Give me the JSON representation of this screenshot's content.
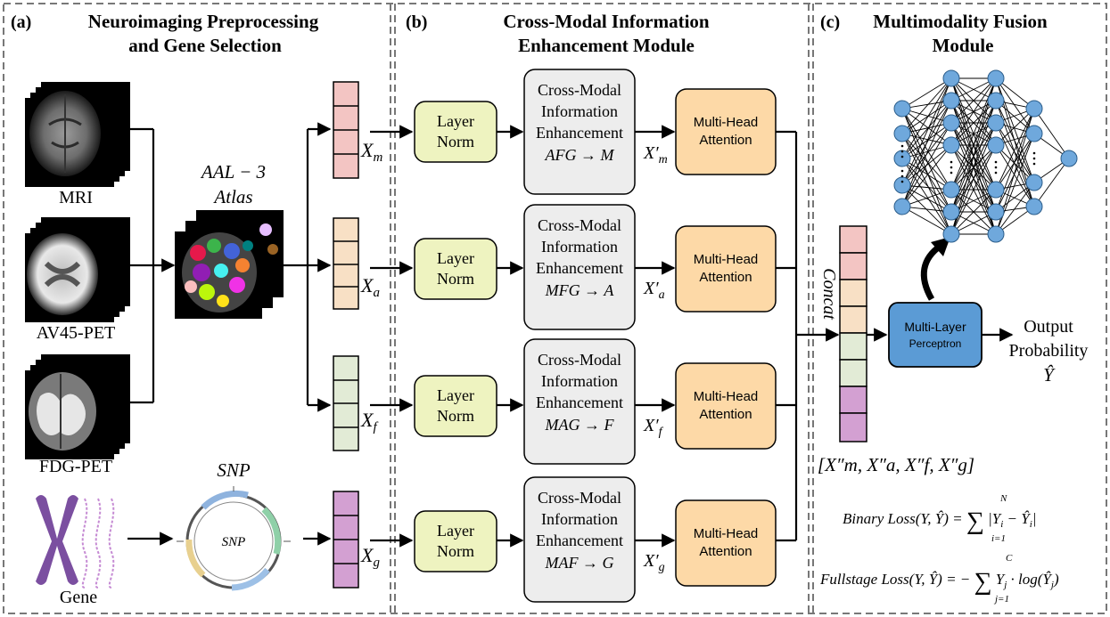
{
  "panels": {
    "a": {
      "label": "(a)",
      "title_line1": "Neuroimaging Preprocessing",
      "title_line2": "and Gene Selection"
    },
    "b": {
      "label": "(b)",
      "title_line1": "Cross-Modal Information",
      "title_line2": "Enhancement Module"
    },
    "c": {
      "label": "(c)",
      "title_line1": "Multimodality Fusion",
      "title_line2": "Module"
    }
  },
  "inputs": {
    "mri": "MRI",
    "av45": "AV45-PET",
    "fdg": "FDG-PET",
    "gene": "Gene"
  },
  "atlas": {
    "line1": "AAL − 3",
    "line2": "Atlas"
  },
  "snp": {
    "label": "SNP",
    "plasmid_label": "SNP"
  },
  "features": {
    "m": "X",
    "m_sub": "m",
    "a": "X",
    "a_sub": "a",
    "f": "X",
    "f_sub": "f",
    "g": "X",
    "g_sub": "g"
  },
  "layer_norm": {
    "line1": "Layer",
    "line2": "Norm"
  },
  "cmie": {
    "line1": "Cross-Modal",
    "line2": "Information",
    "line3": "Enhancement",
    "rows": [
      "AFG → M",
      "MFG → A",
      "MAG → F",
      "MAF → G"
    ]
  },
  "enhanced": [
    "X′",
    "X′",
    "X′",
    "X′"
  ],
  "enhanced_sub": [
    "m",
    "a",
    "f",
    "g"
  ],
  "mha": {
    "line1": "Multi-Head",
    "line2": "Attention"
  },
  "concat": "Concat",
  "concat_vector_label": "[X″m, X″a, X″f, X″g]",
  "mlp": {
    "line1": "Multi-Layer",
    "line2": "Perceptron"
  },
  "output": {
    "line1": "Output",
    "line2": "Probability",
    "symbol": "Ŷ"
  },
  "loss": {
    "binary": "Binary Loss(Y, Ŷ) = Σ_{i=1}^{N} |Y_i − Ŷ_i|",
    "binary_name": "Binary Loss",
    "fullstage": "Fullstage Loss(Y, Ŷ) = − Σ_{j=1}^{C} Y_j · log(Ŷ_j)",
    "fullstage_name": "Fullstage Loss"
  },
  "colors": {
    "m": "#f3c5c3",
    "a": "#f8e0c5",
    "f": "#e2ebd6",
    "g": "#d3a0d2",
    "layer_norm": "#eef3c0",
    "cmie": "#ededed",
    "mha": "#fdd9a7",
    "mlp": "#5b9bd5",
    "nn_node": "#6fa8dc",
    "chromosome": "#7b4fa0"
  }
}
